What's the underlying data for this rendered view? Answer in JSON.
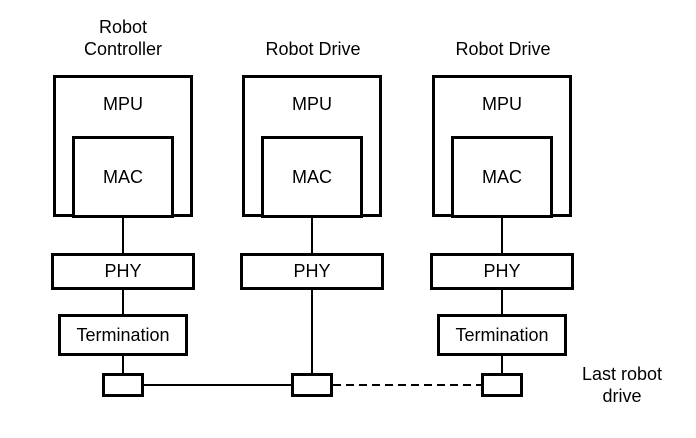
{
  "diagram": {
    "type": "block-network-diagram",
    "colors": {
      "background": "#ffffff",
      "line": "#000000",
      "text": "#000000"
    },
    "columns": [
      {
        "title_lines": [
          "Robot",
          "Controller"
        ],
        "mpu_label": "MPU",
        "mac_label": "MAC",
        "phy_label": "PHY",
        "termination_label": "Termination",
        "has_termination": true
      },
      {
        "title_lines": [
          "Robot Drive"
        ],
        "mpu_label": "MPU",
        "mac_label": "MAC",
        "phy_label": "PHY",
        "has_termination": false
      },
      {
        "title_lines": [
          "Robot Drive"
        ],
        "mpu_label": "MPU",
        "mac_label": "MAC",
        "phy_label": "PHY",
        "termination_label": "Termination",
        "has_termination": true
      }
    ],
    "bus": {
      "segment1_style": "solid",
      "segment2_style": "dashed"
    },
    "annotation_lines": [
      "Last robot",
      "drive"
    ]
  }
}
